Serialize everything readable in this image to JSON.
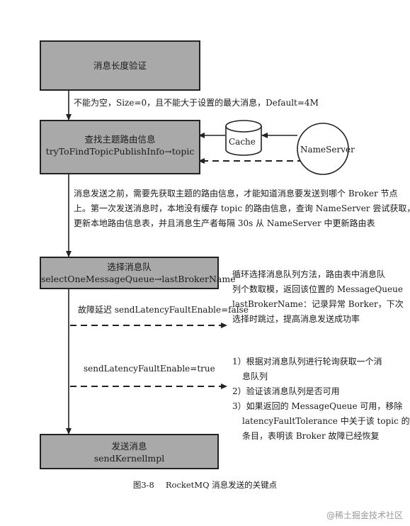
{
  "boxes": {
    "validate": "消息长度验证",
    "find_route": [
      "查找主题路由信息",
      "tryToFindTopicPublishInfo→topic"
    ],
    "select_queue": [
      "选择消息队",
      "selectOneMessageQueue→lastBrokerName"
    ],
    "send": [
      "发送消息",
      "sendKernellmpl"
    ]
  },
  "cylinder_label": "Cache",
  "nameserver_label": "NameServer",
  "texts": {
    "validate_note": "不能为空，Size=0，且不能大于设置的最大消息，Default=4M",
    "route_note": [
      "消息发送之前，需要先获取主题的路由信息，才能知道消息要发送到哪个 Broker 节点",
      "上。第一次发送消息时，本地没有缓存 topic 的路由信息，查询 NameServer 尝试获取，",
      "更新本地路由信息表，并且消息生产者每隔 30s 从 NameServer 中更新路由表"
    ],
    "fault_false": "故障延迟 sendLatencyFaultEnable=false",
    "fault_true": "sendLatencyFaultEnable=true",
    "right_note1": [
      "循环选择消息队列方法，路由表中消息队",
      "列个数取模，返回该位置的 MessageQueue",
      "lastBrokerName：记录异常 Borker，下次",
      "选择时跳过，提高消息发送成功率"
    ],
    "right_note2": [
      "1）根据对消息队列进行轮询获取一个消",
      "息队列",
      "2）验证该消息队列是否可用",
      "3）如果返回的 MessageQueue 可用，移除",
      "latencyFaultTolerance 中关于该 topic 的",
      "条目，表明该 Broker 故障已经恢复"
    ]
  },
  "caption": [
    "图3-8",
    "RocketMQ 消息发送的关键点"
  ],
  "watermark": "@稀土掘金技术社区"
}
